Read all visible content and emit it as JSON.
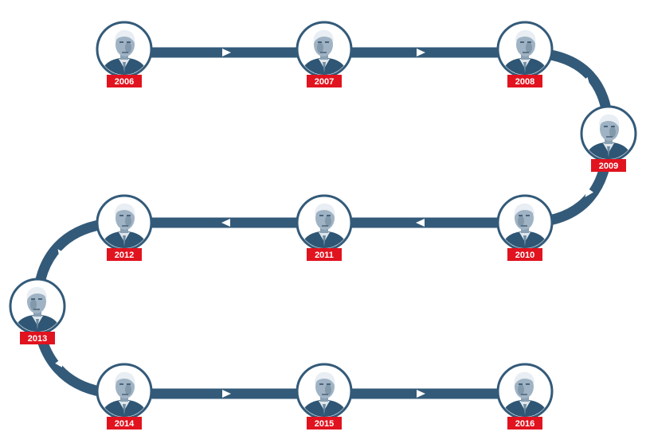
{
  "colors": {
    "track": "#335a79",
    "ring": "#335a79",
    "label_bg": "#e1131f",
    "label_text": "#ffffff",
    "portrait_bg": "#ffffff",
    "portrait_ink": "#2f5674",
    "arrow": "#ffffff"
  },
  "timeline": {
    "nodes": [
      {
        "year": "2006",
        "icon": "portrait-icon"
      },
      {
        "year": "2007",
        "icon": "portrait-icon"
      },
      {
        "year": "2008",
        "icon": "portrait-icon"
      },
      {
        "year": "2009",
        "icon": "portrait-icon"
      },
      {
        "year": "2010",
        "icon": "portrait-icon"
      },
      {
        "year": "2011",
        "icon": "portrait-icon"
      },
      {
        "year": "2012",
        "icon": "portrait-icon"
      },
      {
        "year": "2013",
        "icon": "portrait-icon"
      },
      {
        "year": "2014",
        "icon": "portrait-icon"
      },
      {
        "year": "2015",
        "icon": "portrait-icon"
      },
      {
        "year": "2016",
        "icon": "portrait-icon"
      }
    ]
  }
}
